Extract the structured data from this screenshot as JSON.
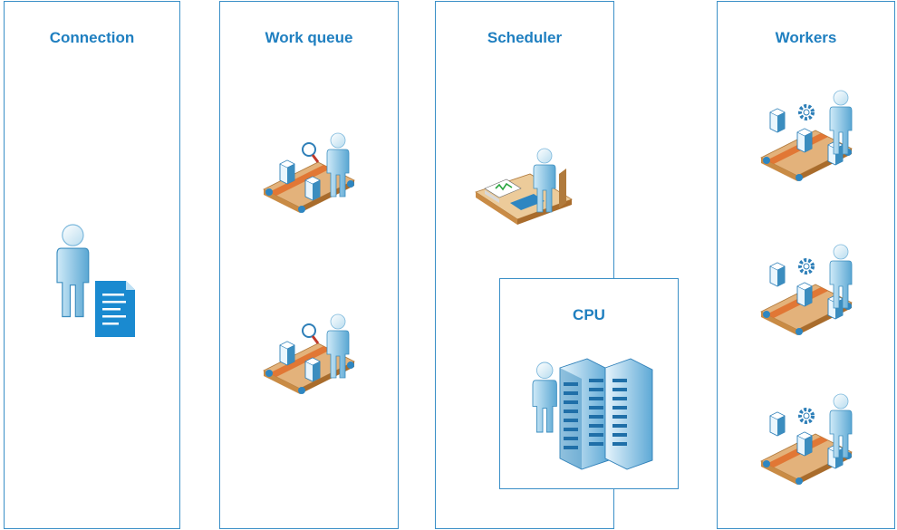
{
  "lanes": {
    "connection": {
      "title": "Connection",
      "icons": [
        "person-with-document-icon"
      ]
    },
    "work_queue": {
      "title": "Work queue",
      "icons": [
        "conveyor-inspector-icon",
        "conveyor-inspector-icon"
      ]
    },
    "scheduler": {
      "title": "Scheduler",
      "icons": [
        "desk-worker-icon"
      ]
    },
    "cpu": {
      "title": "CPU",
      "icons": [
        "server-rack-operator-icon"
      ]
    },
    "workers": {
      "title": "Workers",
      "icons": [
        "conveyor-gear-worker-icon",
        "conveyor-gear-worker-icon",
        "conveyor-gear-worker-icon"
      ]
    }
  },
  "colors": {
    "border": "#3a8fc7",
    "title": "#1f7fc0",
    "figure": "#9fd3ef",
    "figure_dark": "#3b8dbf",
    "document": "#1a8ad0",
    "conveyor": "#e3b27b",
    "conveyor_stripe": "#e0702e"
  }
}
